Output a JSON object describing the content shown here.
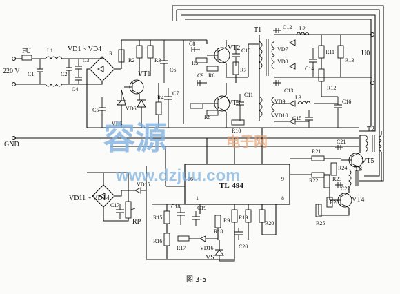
{
  "caption": "图 3-5",
  "watermark": {
    "brand_cn": "容源",
    "brand_sub": "电子网",
    "url": "www.dzjuu.com"
  },
  "ic": {
    "name": "TL-494",
    "pin16": "16",
    "pin9": "9",
    "pin8": "8",
    "pin1": "1"
  },
  "labels": {
    "fu": "FU",
    "mains": "220 V",
    "l1": "L1",
    "c1": "C1",
    "c2": "C2",
    "c3": "C3",
    "c4": "C4",
    "bridge1": "VD1 ~ VD4",
    "r1": "R1",
    "r2": "R2",
    "r3": "R3",
    "c6": "C6",
    "vt1": "VT1",
    "c5": "C5",
    "vd5": "VD5",
    "vd6": "VD6",
    "r4": "R4",
    "c7": "C7",
    "c8": "C8",
    "c9": "C9",
    "r5": "R5",
    "r6": "R6",
    "vt2": "VT2",
    "c10": "C10",
    "r7": "R7",
    "r8": "R8",
    "vt3": "VT3",
    "c11": "C11",
    "r10": "R10",
    "t1": "T1",
    "c12": "C12",
    "l2": "L2",
    "vd7": "VD7",
    "vd8": "VD8",
    "c13": "C13",
    "vd9": "VD9",
    "vd10": "VD10",
    "l3": "L3",
    "c15": "C15",
    "r11": "R11",
    "c14": "C14",
    "r12": "R12",
    "r13": "R13",
    "u0": "U0",
    "c16": "C16",
    "t2": "T2",
    "gnd": "GND",
    "r21": "R21",
    "r22": "R22",
    "c21": "C21",
    "r24": "R24",
    "vt5": "VT5",
    "t3": "T3",
    "r23": "R23",
    "c22": "C22",
    "r26": "R26",
    "vt4": "VT4",
    "r25": "R25",
    "bridge2": "VD11 ~ VD14",
    "vd15": "VD15",
    "c17": "C17",
    "rp": "RP",
    "r15": "R15",
    "c18": "C18",
    "c19": "C19",
    "r9": "R9",
    "r19": "R19",
    "r20": "R20",
    "c20": "C20",
    "r16": "R16",
    "r17": "R17",
    "vd16": "VD16",
    "r18": "R18",
    "vs": "VS"
  }
}
